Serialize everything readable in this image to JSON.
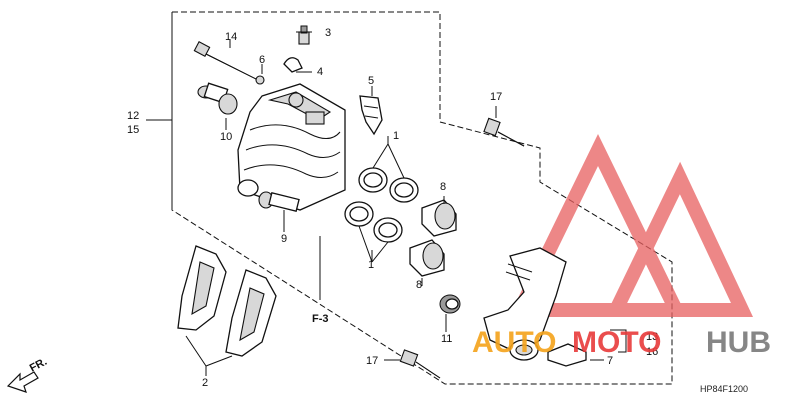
{
  "labels": {
    "p1": "1",
    "p2": "2",
    "p3": "3",
    "p4": "4",
    "p5": "5",
    "p6": "6",
    "p7": "7",
    "p8": "8",
    "p9": "9",
    "p10": "10",
    "p11": "11",
    "p12": "12",
    "p13": "13",
    "p14": "14",
    "p15": "15",
    "p16": "16",
    "p17": "17",
    "ref": "F-3",
    "front": "FR."
  },
  "diagram_code": "HP84F1200",
  "watermark": {
    "part1": "AUTO",
    "part2": "MOTO",
    "part3": "HUB",
    "color_red": "#e83a3a",
    "color_orange": "#f5a31a",
    "color_gray": "#7a7a7a"
  }
}
